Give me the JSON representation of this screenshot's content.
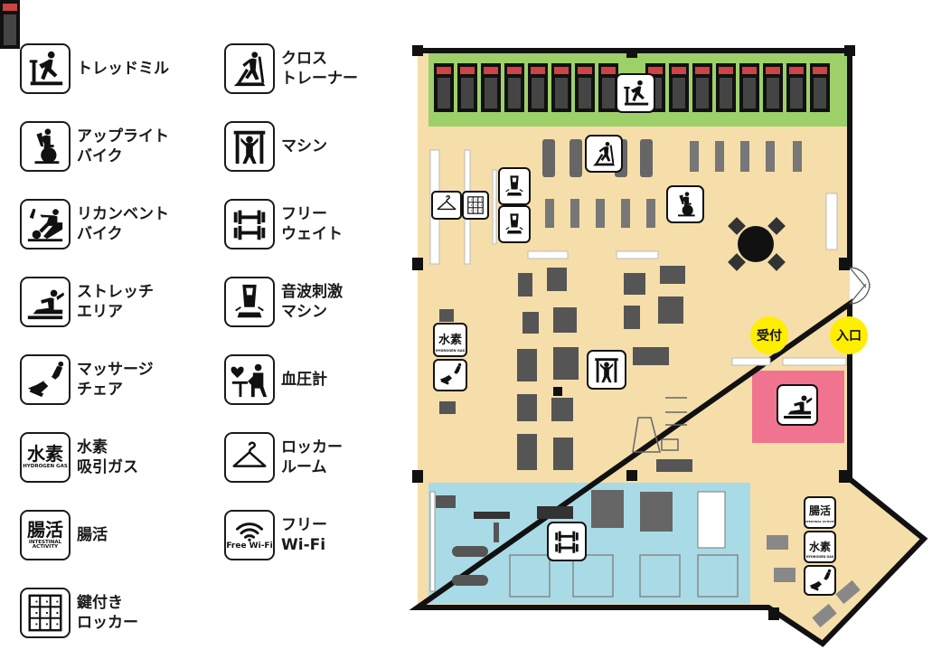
{
  "legend": [
    {
      "key": "treadmill",
      "icon": "treadmill-icon",
      "lines": [
        "トレッドミル"
      ]
    },
    {
      "key": "cross",
      "icon": "cross-trainer-icon",
      "lines": [
        "クロス",
        "トレーナー"
      ]
    },
    {
      "key": "upright",
      "icon": "upright-bike-icon",
      "lines": [
        "アップライト",
        "バイク"
      ]
    },
    {
      "key": "machine",
      "icon": "weight-machine-icon",
      "lines": [
        "マシン"
      ]
    },
    {
      "key": "recumbent",
      "icon": "recumbent-bike-icon",
      "lines": [
        "リカンベント",
        "バイク"
      ]
    },
    {
      "key": "free",
      "icon": "dumbbell-icon",
      "lines": [
        "フリー",
        "ウェイト"
      ]
    },
    {
      "key": "stretch",
      "icon": "stretch-icon",
      "lines": [
        "ストレッチ",
        "エリア"
      ]
    },
    {
      "key": "sonic",
      "icon": "sonic-machine-icon",
      "lines": [
        "音波刺激",
        "マシン"
      ]
    },
    {
      "key": "massage",
      "icon": "massage-chair-icon",
      "lines": [
        "マッサージ",
        "チェア"
      ]
    },
    {
      "key": "bp",
      "icon": "blood-pressure-icon",
      "lines": [
        "血圧計"
      ]
    },
    {
      "key": "hydrogen",
      "icon": "hydrogen-icon",
      "icon_text": "水素",
      "icon_sub": "HYDROGEN GAS",
      "lines": [
        "水素",
        "吸引ガス"
      ]
    },
    {
      "key": "locker",
      "icon": "hanger-icon",
      "lines": [
        "ロッカー",
        "ルーム"
      ]
    },
    {
      "key": "gut",
      "icon": "intestinal-icon",
      "icon_text": "腸活",
      "icon_sub": "INTESTINAL\nACTIVITY",
      "lines": [
        "腸活"
      ]
    },
    {
      "key": "wifi",
      "icon": "wifi-icon",
      "icon_sub": "Free Wi-Fi",
      "lines": [
        "フリー",
        "Wi-Fi"
      ]
    },
    {
      "key": "keylocker",
      "icon": "key-locker-icon",
      "lines": [
        "鍵付き",
        "ロッカー"
      ]
    }
  ],
  "floor": {
    "reception_label": "受付",
    "entrance_label": "入口",
    "hydrogen_text": "水素",
    "hydrogen_sub": "HYDROGEN GAS",
    "gut_text": "腸活",
    "gut_sub": "INTESTINAL ACTIVITY",
    "colors": {
      "main": "#f5deaa",
      "treadmill_zone": "#9ed06a",
      "free_weight_zone": "#a9dbe7",
      "stretch_zone": "#f07390",
      "badge": "#ffee00",
      "wall": "#111111"
    }
  }
}
